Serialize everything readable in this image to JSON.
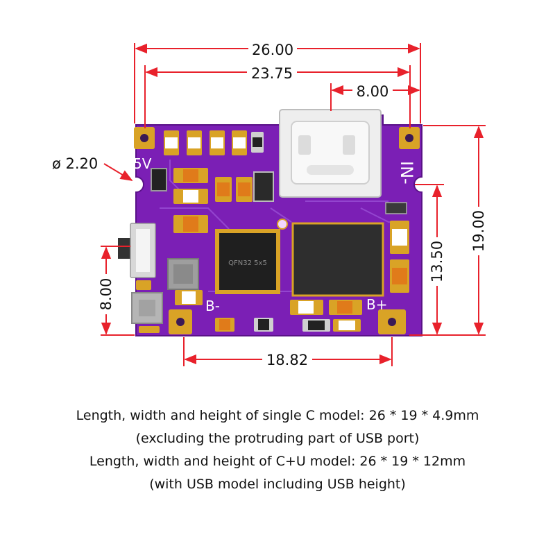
{
  "dimensions": {
    "total_length": "26.00",
    "inner_length": "23.75",
    "usb_offset": "8.00",
    "hole_diameter": "ø 2.20",
    "total_height": "19.00",
    "pad_height": "13.50",
    "switch_offset": "8.00",
    "pad_spacing": "18.82"
  },
  "board": {
    "label_5v": "5V",
    "label_in": "IN-",
    "label_b_minus": "B-",
    "label_b_plus": "B+",
    "chip_marking": "QFN32 5x5"
  },
  "colors": {
    "dimension": "#e8212b",
    "pcb": "#7b1fb5",
    "pad": "#d9a326"
  },
  "caption": [
    "Length, width and height of single C model: 26 * 19 * 4.9mm",
    "(excluding the protruding part of USB port)",
    "Length, width and height of C+U model: 26 * 19 * 12mm",
    "(with USB model including USB height)"
  ]
}
